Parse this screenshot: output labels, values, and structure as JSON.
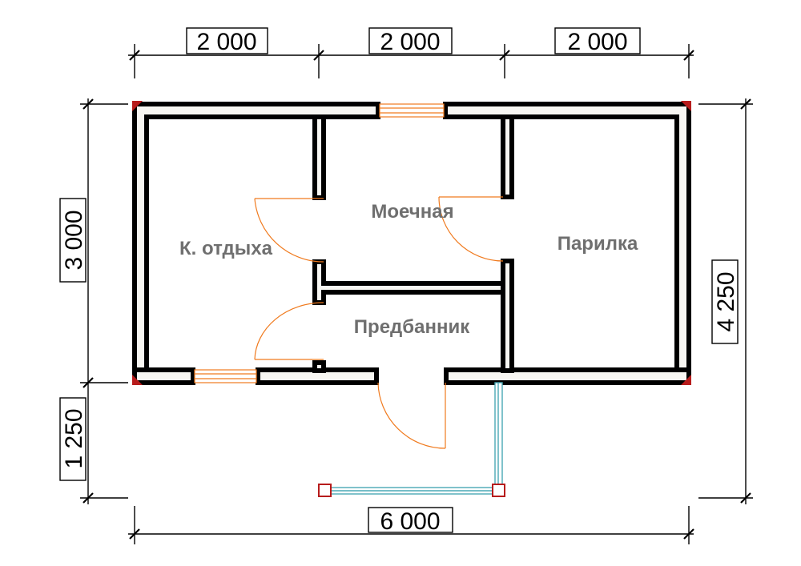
{
  "dimensions": {
    "top_segment_1": "2 000",
    "top_segment_2": "2 000",
    "top_segment_3": "2 000",
    "bottom_total": "6 000",
    "left_upper": "3 000",
    "left_lower": "1 250",
    "right_total": "4 250"
  },
  "rooms": {
    "rest_room": "К. отдыха",
    "washroom": "Моечная",
    "steam_room": "Парилка",
    "dressing_room": "Предбанник"
  },
  "colors": {
    "wall_outline": "#000000",
    "door_swing": "#f07a1e",
    "porch_rail": "#4aa9b5",
    "corner_post": "#b71c1c",
    "room_label": "#6f6f6f"
  }
}
